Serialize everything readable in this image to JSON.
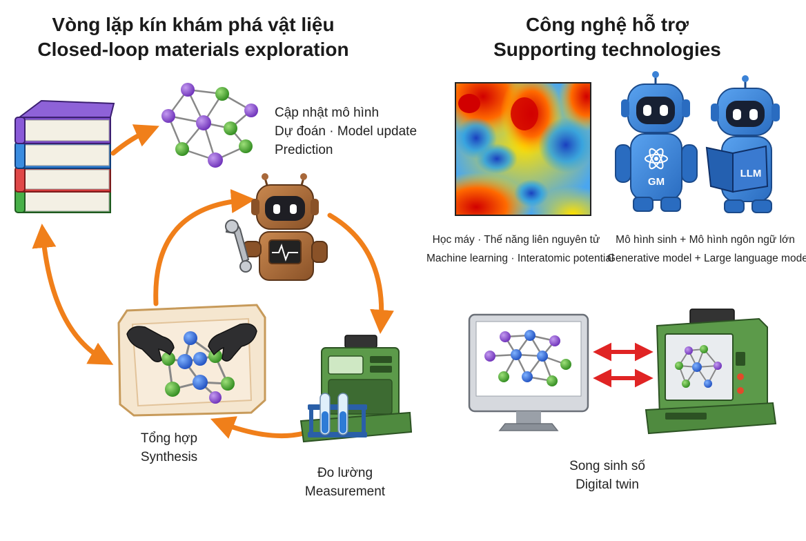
{
  "left_panel": {
    "title_vi": "Vòng lặp kín khám phá vật liệu",
    "title_en": "Closed-loop materials exploration",
    "model_update": {
      "line1": "Cập nhật mô hình",
      "line2": "Dự đoán · Model update",
      "line3": "Prediction"
    },
    "synthesis": {
      "vi": "Tổng hợp",
      "en": "Synthesis"
    },
    "measurement": {
      "vi": "Đo lường",
      "en": "Measurement"
    }
  },
  "right_panel": {
    "title_vi": "Công nghệ hỗ trợ",
    "title_en": "Supporting technologies",
    "ml": {
      "vi": "Học máy · Thế năng liên nguyên tử",
      "en": "Machine learning · Interatomic potential"
    },
    "gm_llm": {
      "vi": "Mô hình sinh + Mô hình ngôn ngữ lớn",
      "en": "Generative model + Large language model",
      "robot1_badge": "GM",
      "robot2_book": "LLM"
    },
    "digital_twin": {
      "vi": "Song sinh số",
      "en": "Digital twin"
    }
  },
  "colors": {
    "arrow_orange": "#f07f1a",
    "arrow_red": "#e02424",
    "robot_blue": "#3b82d6",
    "robot_bronze": "#a8683a",
    "instrument_green": "#4f8a3f"
  }
}
